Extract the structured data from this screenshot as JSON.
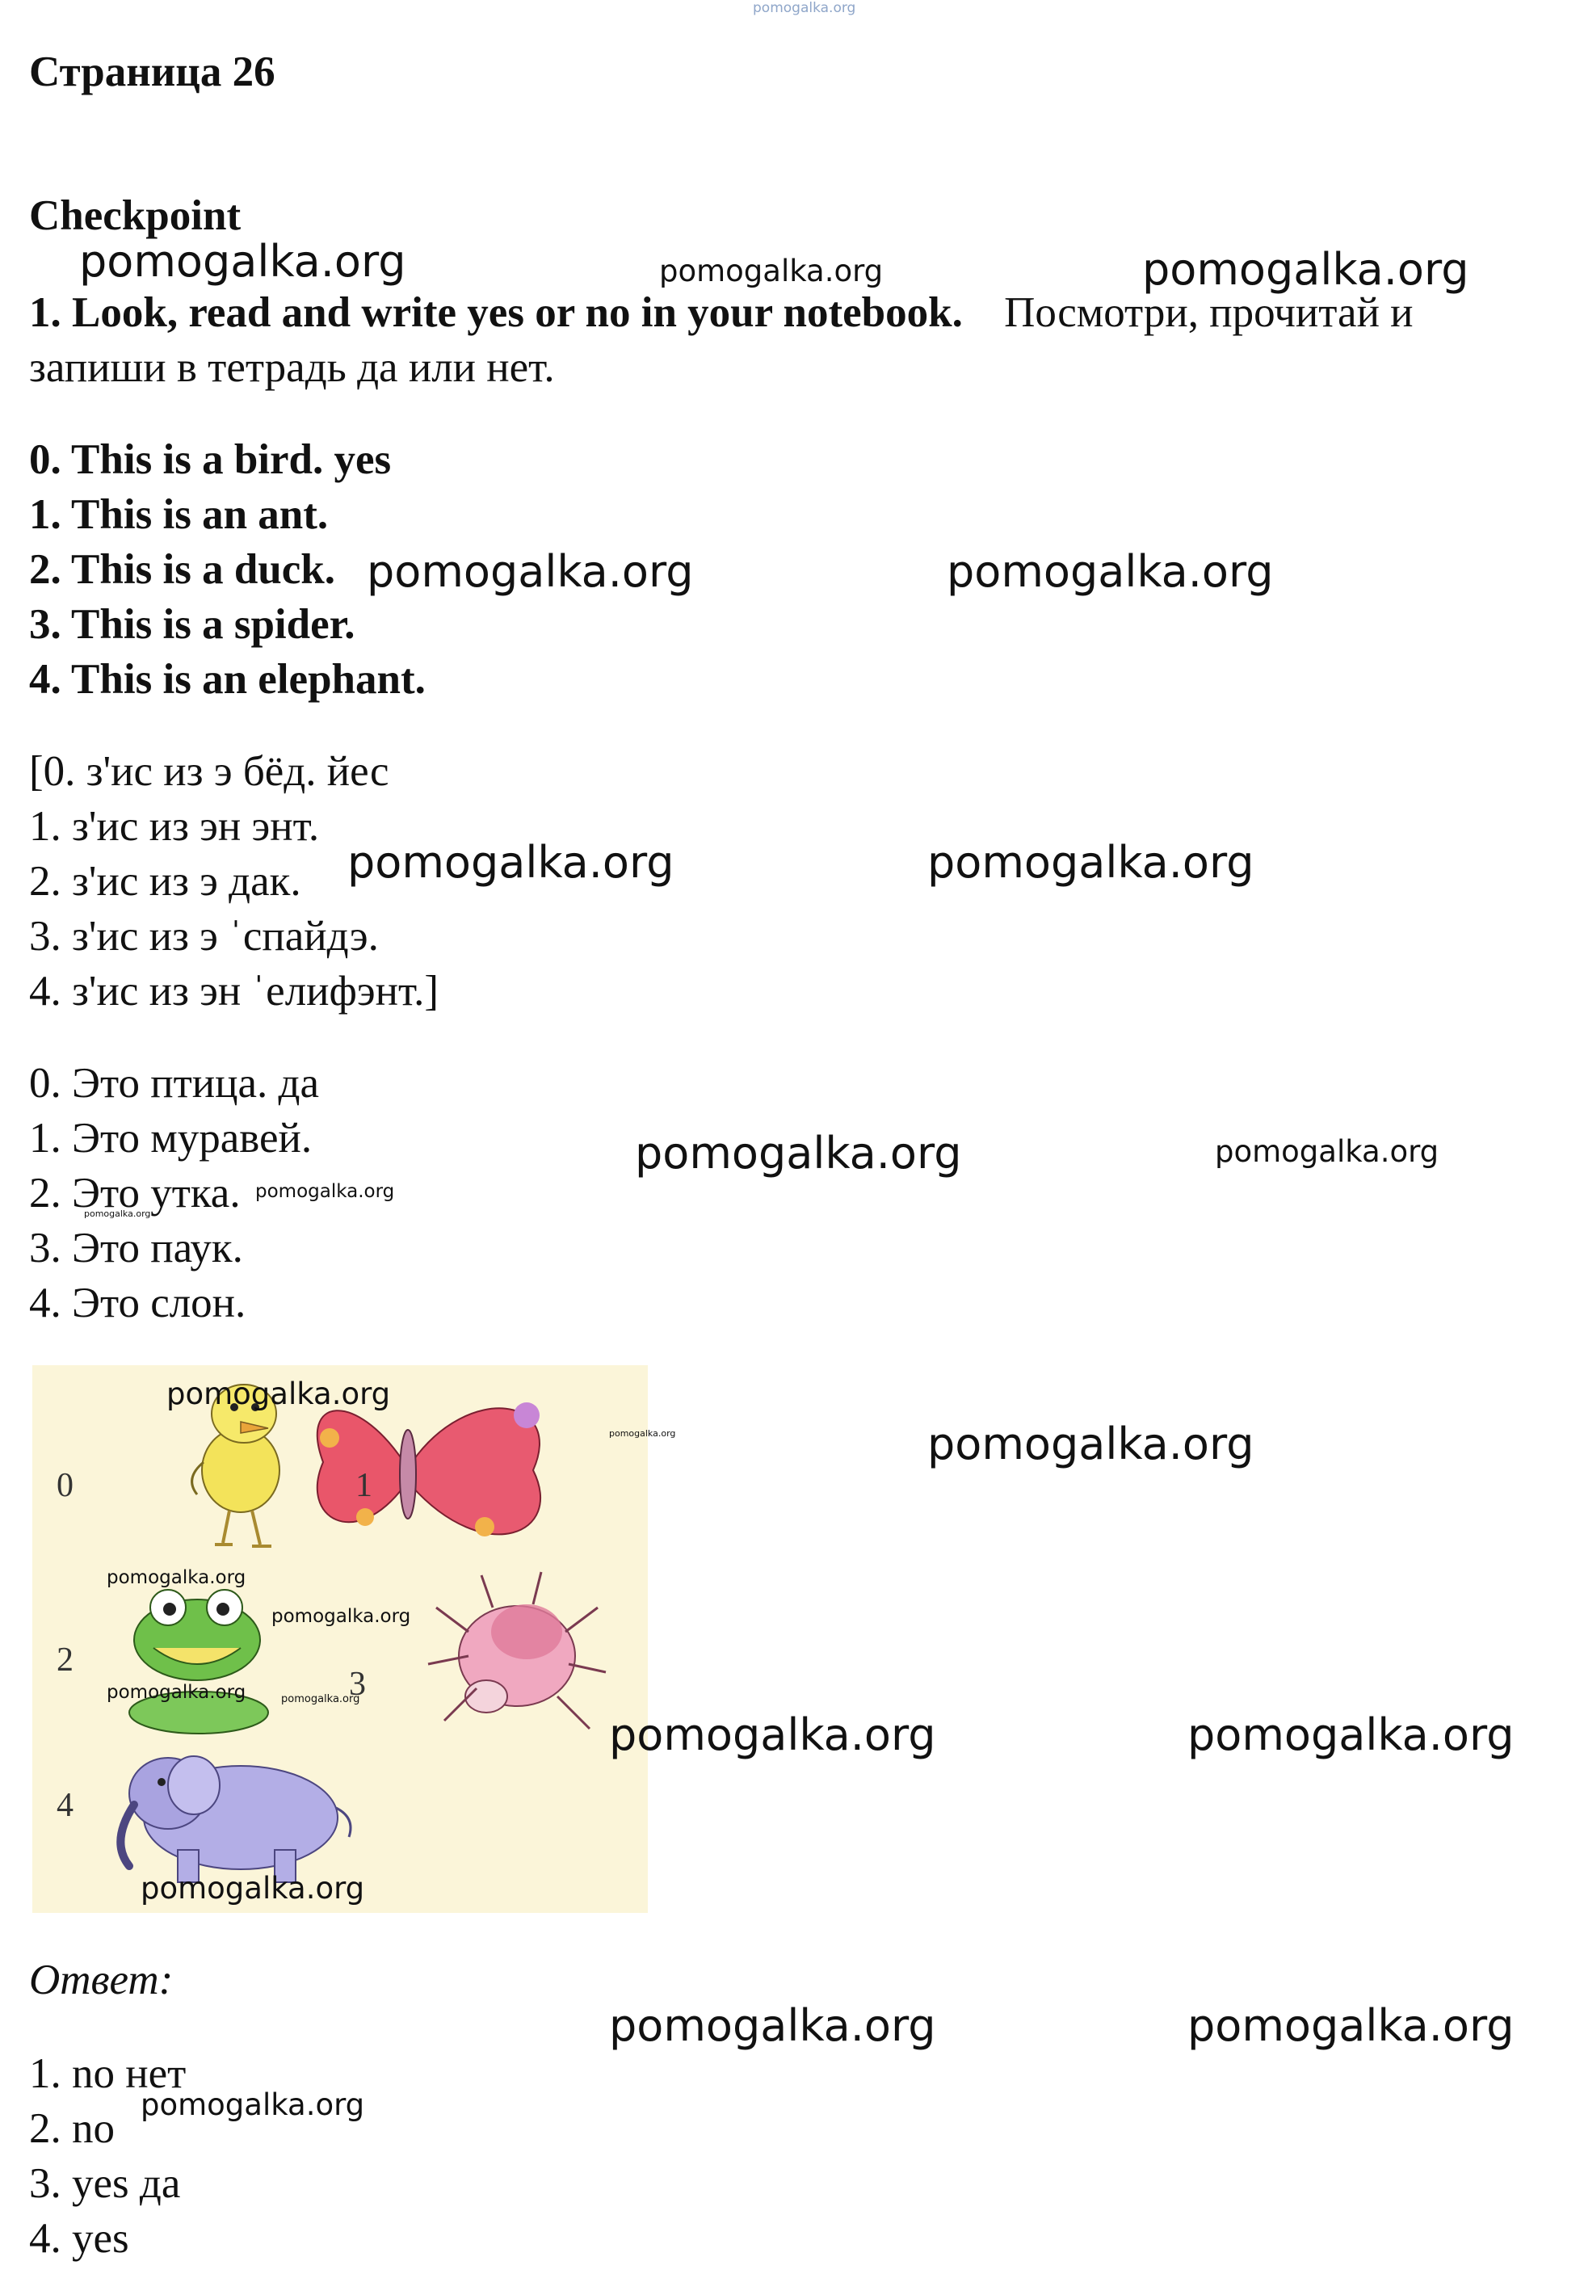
{
  "page_title": "Страница 26",
  "section_title": "Checkpoint",
  "task": {
    "instruction_en": "1. Look, read and write yes or no in your notebook.",
    "instruction_ru_part1": "Посмотри, прочитай и",
    "instruction_ru_part2": "запиши в тетрадь да или нет."
  },
  "sentences_en": [
    "0. This is a bird. yes",
    "1. This is an ant.",
    "2. This is a duck.",
    "3. This is a spider.",
    "4. This is an elephant."
  ],
  "transcription": [
    "[0. з'ис из э бёд. йес",
    "1. з'ис из эн энт.",
    "2. з'ис из э дак.",
    "3. з'ис из э ˈспайдэ.",
    "4. з'ис из эн ˈелифэнт.]"
  ],
  "translation": [
    "0. Это птица. да",
    "1. Это муравей.",
    "2. Это утка.",
    "3. Это паук.",
    "4. Это слон."
  ],
  "picture": {
    "numbers": [
      "0",
      "1",
      "2",
      "3",
      "4"
    ]
  },
  "answer": {
    "label": "Ответ:",
    "items": [
      "1. no   нет",
      "2. no",
      "3. yes  да",
      "4. yes"
    ]
  },
  "watermark": "pomogalka.org"
}
